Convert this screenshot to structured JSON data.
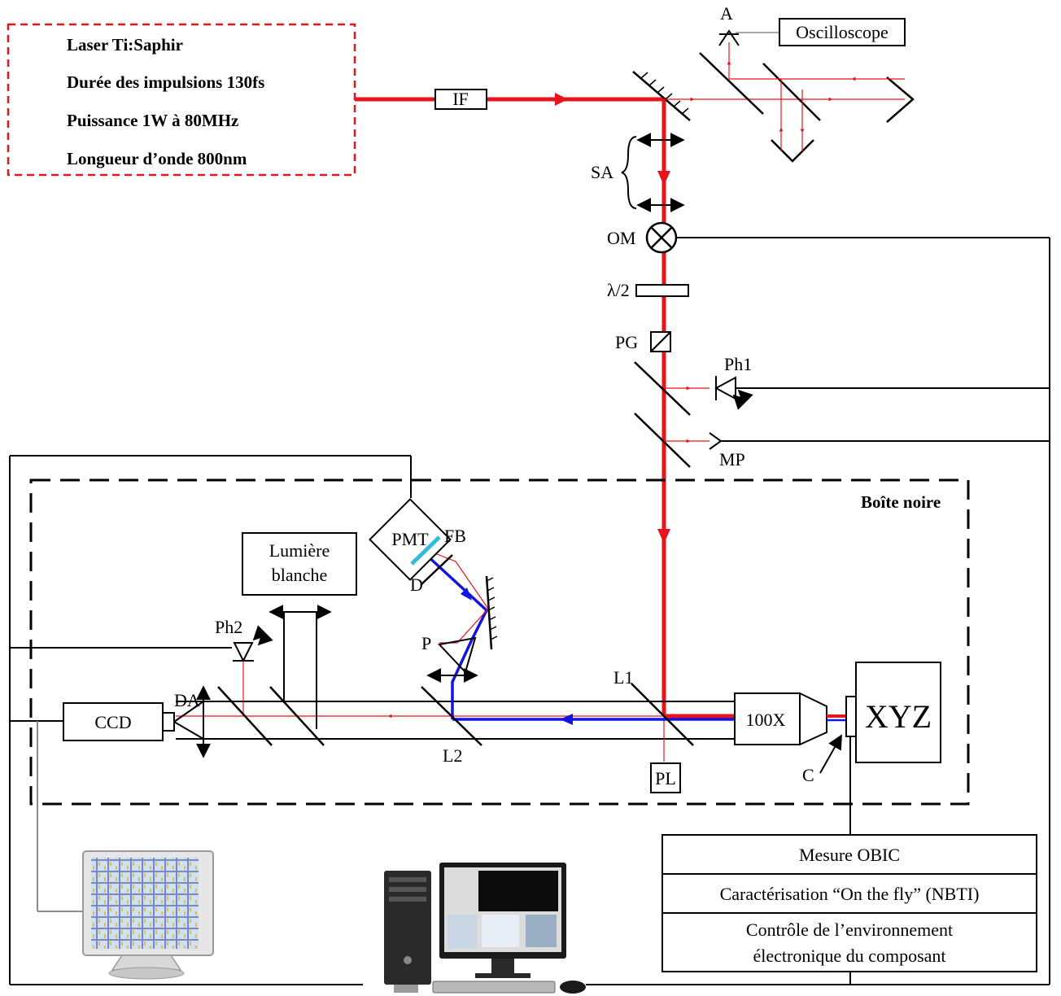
{
  "laser": {
    "line1": "Laser Ti:Saphir",
    "line2": "Durée des impulsions 130fs",
    "line3": "Puissance 1W à 80MHz",
    "line4": "Longueur d’onde 800nm"
  },
  "labels": {
    "if": "IF",
    "a": "A",
    "oscilloscope": "Oscilloscope",
    "sa": "SA",
    "om": "OM",
    "lambda2": "λ/2",
    "pg": "PG",
    "ph1": "Ph1",
    "mp": "MP",
    "boite_noire": "Boîte noire",
    "pmt": "PMT",
    "fb": "FB",
    "d": "D",
    "lumiere_1": "Lumière",
    "lumiere_2": "blanche",
    "ph2": "Ph2",
    "p": "P",
    "da": "DA",
    "ccd": "CCD",
    "l1": "L1",
    "l2": "L2",
    "pl": "PL",
    "objective": "100X",
    "c": "C",
    "xyz": "XYZ"
  },
  "control_panel": {
    "row1": "Mesure OBIC",
    "row2": "Caractérisation “On the fly” (NBTI)",
    "row3_line1": "Contrôle de l’environnement",
    "row3_line2": "électronique du composant"
  },
  "colors": {
    "laser_beam": "#e8141b",
    "fluorescence_beam": "#1414e0",
    "filter": "#33bbdd",
    "laser_box_border": "#e8141b"
  },
  "icons": {
    "monitor": "monitor-icon",
    "computer": "desktop-computer-icon"
  }
}
